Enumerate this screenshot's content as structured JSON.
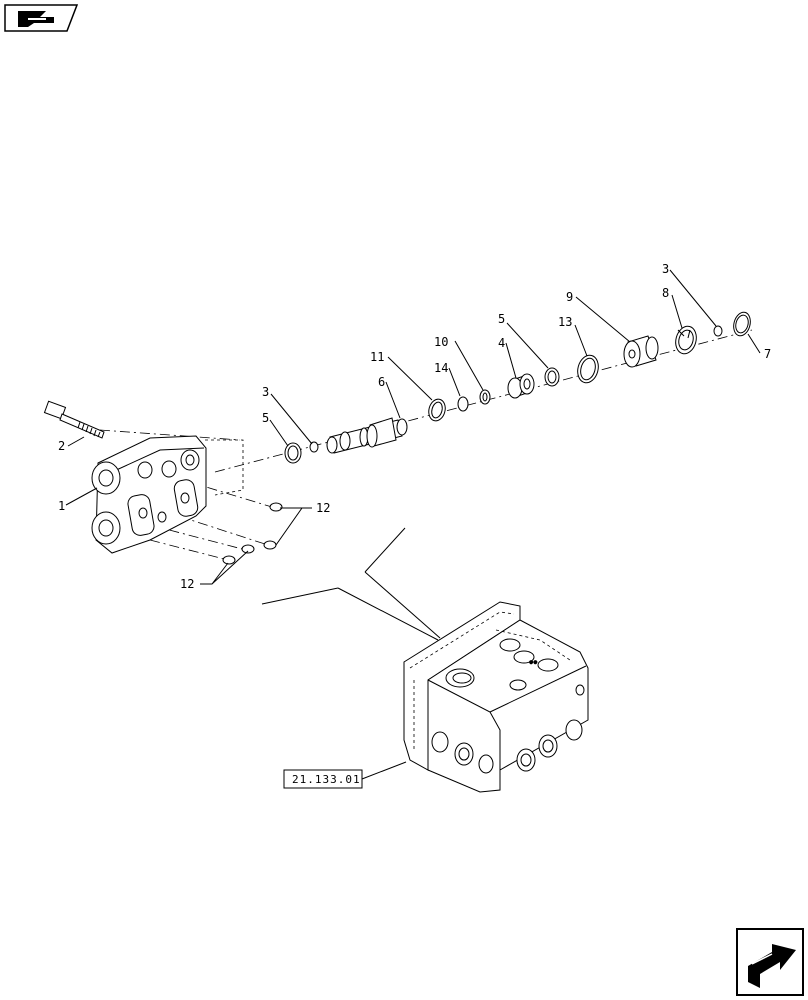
{
  "navigation": {
    "back_icon": "previous-page-icon",
    "next_icon": "next-page-icon"
  },
  "callouts": {
    "c1": "1",
    "c2": "2",
    "c3a": "3",
    "c3b": "3",
    "c4": "4",
    "c5a": "5",
    "c5b": "5",
    "c6": "6",
    "c7": "7",
    "c8": "8",
    "c9": "9",
    "c10": "10",
    "c11": "11",
    "c12a": "12",
    "c12b": "12",
    "c13": "13",
    "c14": "14"
  },
  "reference": {
    "label": "21.133.01"
  }
}
